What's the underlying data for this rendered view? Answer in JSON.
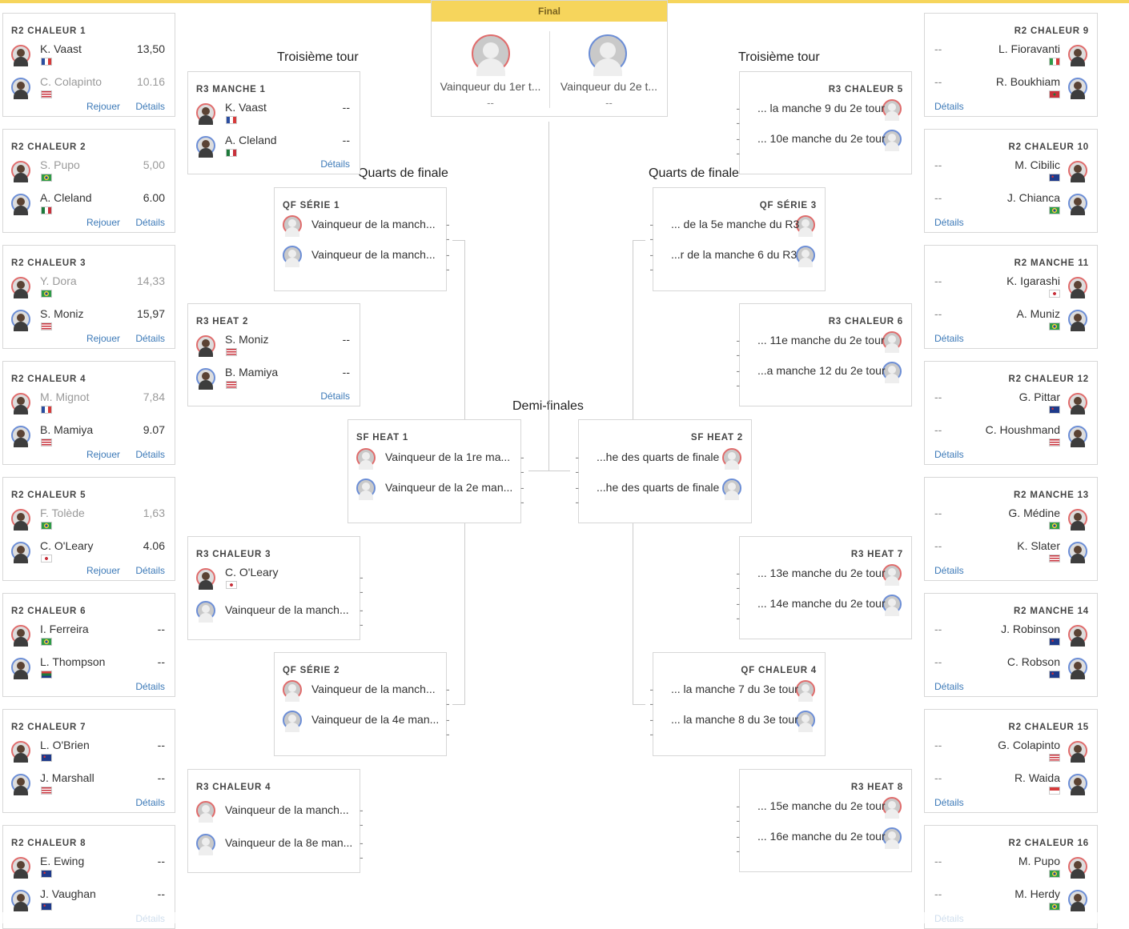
{
  "sections": {
    "round3_left": "Troisième tour",
    "round3_right": "Troisième tour",
    "qf_left": "Quarts de finale",
    "qf_right": "Quarts de finale",
    "semis": "Demi-finales",
    "final": "Final"
  },
  "final": {
    "title": "Final",
    "slots": [
      {
        "label": "Vainqueur du 1er t...",
        "score": "--"
      },
      {
        "label": "Vainqueur du 2e t...",
        "score": "--"
      }
    ]
  },
  "left_r2": [
    {
      "title": "R2 CHALEUR 1",
      "links": [
        "Rejouer",
        "Détails"
      ],
      "athletes": [
        {
          "name": "K. Vaast",
          "score": "13,50",
          "muted": false,
          "flag": "fr"
        },
        {
          "name": "C. Colapinto",
          "score": "10.16",
          "muted": true,
          "flag": "us"
        }
      ]
    },
    {
      "title": "R2 CHALEUR 2",
      "links": [
        "Rejouer",
        "Détails"
      ],
      "athletes": [
        {
          "name": "S. Pupo",
          "score": "5,00",
          "muted": true,
          "flag": "br"
        },
        {
          "name": "A. Cleland",
          "score": "6.00",
          "muted": false,
          "flag": "mx"
        }
      ]
    },
    {
      "title": "R2 CHALEUR 3",
      "links": [
        "Rejouer",
        "Détails"
      ],
      "athletes": [
        {
          "name": "Y. Dora",
          "score": "14,33",
          "muted": true,
          "flag": "br"
        },
        {
          "name": "S. Moniz",
          "score": "15,97",
          "muted": false,
          "flag": "hi"
        }
      ]
    },
    {
      "title": "R2 CHALEUR 4",
      "links": [
        "Rejouer",
        "Détails"
      ],
      "athletes": [
        {
          "name": "M. Mignot",
          "score": "7,84",
          "muted": true,
          "flag": "fr"
        },
        {
          "name": "B. Mamiya",
          "score": "9.07",
          "muted": false,
          "flag": "hi"
        }
      ]
    },
    {
      "title": "R2 CHALEUR 5",
      "links": [
        "Rejouer",
        "Détails"
      ],
      "athletes": [
        {
          "name": "F. Tolède",
          "score": "1,63",
          "muted": true,
          "flag": "br"
        },
        {
          "name": "C. O'Leary",
          "score": "4.06",
          "muted": false,
          "flag": "jp"
        }
      ]
    },
    {
      "title": "R2 CHALEUR 6",
      "links": [
        "Détails"
      ],
      "athletes": [
        {
          "name": "I. Ferreira",
          "score": "--",
          "muted": false,
          "flag": "br"
        },
        {
          "name": "L. Thompson",
          "score": "--",
          "muted": false,
          "flag": "za"
        }
      ]
    },
    {
      "title": "R2 CHALEUR 7",
      "links": [
        "Détails"
      ],
      "athletes": [
        {
          "name": "L. O'Brien",
          "score": "--",
          "muted": false,
          "flag": "au"
        },
        {
          "name": "J. Marshall",
          "score": "--",
          "muted": false,
          "flag": "us"
        }
      ]
    },
    {
      "title": "R2 CHALEUR 8",
      "links": [
        "Détails"
      ],
      "athletes": [
        {
          "name": "E. Ewing",
          "score": "--",
          "muted": false,
          "flag": "au"
        },
        {
          "name": "J. Vaughan",
          "score": "--",
          "muted": false,
          "flag": "au"
        }
      ]
    }
  ],
  "right_r2": [
    {
      "title": "R2 CHALEUR 9",
      "links": [
        "Détails"
      ],
      "athletes": [
        {
          "name": "L. Fioravanti",
          "score": "--",
          "flag": "it"
        },
        {
          "name": "R. Boukhiam",
          "score": "--",
          "flag": "ma"
        }
      ]
    },
    {
      "title": "R2 CHALEUR 10",
      "links": [
        "Détails"
      ],
      "athletes": [
        {
          "name": "M. Cibilic",
          "score": "--",
          "flag": "au"
        },
        {
          "name": "J. Chianca",
          "score": "--",
          "flag": "br"
        }
      ]
    },
    {
      "title": "R2 MANCHE 11",
      "links": [
        "Détails"
      ],
      "athletes": [
        {
          "name": "K. Igarashi",
          "score": "--",
          "flag": "jp"
        },
        {
          "name": "A. Muniz",
          "score": "--",
          "flag": "br"
        }
      ]
    },
    {
      "title": "R2 CHALEUR 12",
      "links": [
        "Détails"
      ],
      "athletes": [
        {
          "name": "G. Pittar",
          "score": "--",
          "flag": "au"
        },
        {
          "name": "C. Houshmand",
          "score": "--",
          "flag": "us"
        }
      ]
    },
    {
      "title": "R2 MANCHE 13",
      "links": [
        "Détails"
      ],
      "athletes": [
        {
          "name": "G. Médine",
          "score": "--",
          "flag": "br"
        },
        {
          "name": "K. Slater",
          "score": "--",
          "flag": "us"
        }
      ]
    },
    {
      "title": "R2 MANCHE 14",
      "links": [
        "Détails"
      ],
      "athletes": [
        {
          "name": "J. Robinson",
          "score": "--",
          "flag": "au"
        },
        {
          "name": "C. Robson",
          "score": "--",
          "flag": "au"
        }
      ]
    },
    {
      "title": "R2 CHALEUR 15",
      "links": [
        "Détails"
      ],
      "athletes": [
        {
          "name": "G. Colapinto",
          "score": "--",
          "flag": "us"
        },
        {
          "name": "R. Waida",
          "score": "--",
          "flag": "id"
        }
      ]
    },
    {
      "title": "R2 CHALEUR 16",
      "links": [
        "Détails"
      ],
      "athletes": [
        {
          "name": "M. Pupo",
          "score": "--",
          "flag": "br"
        },
        {
          "name": "M. Herdy",
          "score": "--",
          "flag": "br"
        }
      ]
    }
  ],
  "left_r3": [
    {
      "title": "R3 MANCHE 1",
      "links": [
        "Détails"
      ],
      "athletes": [
        {
          "name": "K. Vaast",
          "score": "--",
          "flag": "fr",
          "real": true
        },
        {
          "name": "A. Cleland",
          "score": "--",
          "flag": "mx",
          "real": true
        }
      ]
    },
    {
      "title": "R3 HEAT 2",
      "links": [
        "Détails"
      ],
      "athletes": [
        {
          "name": "S. Moniz",
          "score": "--",
          "flag": "hi",
          "real": true
        },
        {
          "name": "B. Mamiya",
          "score": "--",
          "flag": "hi",
          "real": true
        }
      ]
    },
    {
      "title": "R3 CHALEUR 3",
      "links": [],
      "athletes": [
        {
          "name": "C. O'Leary",
          "score": "--",
          "flag": "jp",
          "real": true
        },
        {
          "name": "Vainqueur de la manch...",
          "score": "--",
          "flag": "",
          "real": false
        }
      ]
    },
    {
      "title": "R3 CHALEUR 4",
      "links": [],
      "athletes": [
        {
          "name": "Vainqueur de la manch...",
          "score": "--",
          "flag": "",
          "real": false
        },
        {
          "name": "Vainqueur de la 8e man...",
          "score": "--",
          "flag": "",
          "real": false
        }
      ]
    }
  ],
  "right_r3": [
    {
      "title": "R3 CHALEUR 5",
      "athletes": [
        {
          "name": "... la manche 9 du 2e tour",
          "score": "--"
        },
        {
          "name": "... 10e manche du 2e tour",
          "score": "--"
        }
      ]
    },
    {
      "title": "R3 CHALEUR 6",
      "athletes": [
        {
          "name": "... 11e manche du 2e tour",
          "score": "--"
        },
        {
          "name": "...a manche 12 du 2e tour",
          "score": "--"
        }
      ]
    },
    {
      "title": "R3 HEAT 7",
      "athletes": [
        {
          "name": "... 13e manche du 2e tour",
          "score": "--"
        },
        {
          "name": "... 14e manche du 2e tour",
          "score": "--"
        }
      ]
    },
    {
      "title": "R3 HEAT 8",
      "athletes": [
        {
          "name": "... 15e manche du 2e tour",
          "score": "--"
        },
        {
          "name": "... 16e manche du 2e tour",
          "score": "--"
        }
      ]
    }
  ],
  "left_qf": [
    {
      "title": "QF SÉRIE 1",
      "athletes": [
        {
          "name": "Vainqueur de la manch...",
          "score": "--"
        },
        {
          "name": "Vainqueur de la manch...",
          "score": "--"
        }
      ]
    },
    {
      "title": "QF SÉRIE 2",
      "athletes": [
        {
          "name": "Vainqueur de la manch...",
          "score": "--"
        },
        {
          "name": "Vainqueur de la 4e man...",
          "score": "--"
        }
      ]
    }
  ],
  "right_qf": [
    {
      "title": "QF SÉRIE 3",
      "athletes": [
        {
          "name": "... de la 5e manche du R3",
          "score": "--"
        },
        {
          "name": "...r de la manche 6 du R3",
          "score": "--"
        }
      ]
    },
    {
      "title": "QF CHALEUR 4",
      "athletes": [
        {
          "name": "... la manche 7 du 3e tour",
          "score": "--"
        },
        {
          "name": "... la manche 8 du 3e tour",
          "score": "--"
        }
      ]
    }
  ],
  "semis": [
    {
      "title": "SF HEAT 1",
      "athletes": [
        {
          "name": "Vainqueur de la 1re ma...",
          "score": "--"
        },
        {
          "name": "Vainqueur de la 2e man...",
          "score": "--"
        }
      ]
    },
    {
      "title": "SF HEAT 2",
      "athletes": [
        {
          "name": "...he des quarts de finale",
          "score": "--"
        },
        {
          "name": "...he des quarts de finale",
          "score": "--"
        }
      ]
    }
  ],
  "colors": {
    "accent": "#f6d55c",
    "link": "#3d7ab8",
    "red_ring": "#e06c6c",
    "blue_ring": "#6c8ed6"
  }
}
